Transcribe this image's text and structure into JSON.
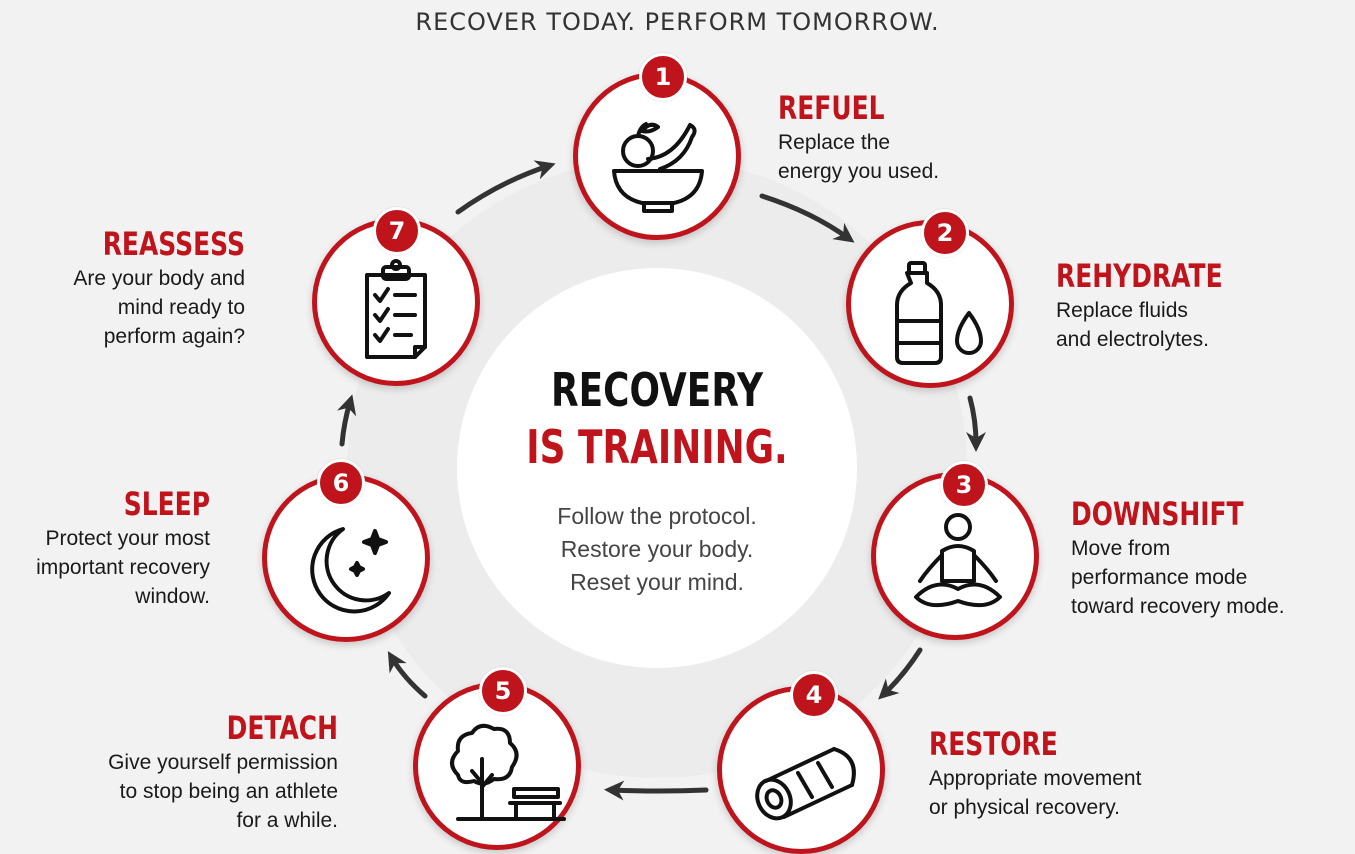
{
  "tagline": "RECOVER TODAY. PERFORM TOMORROW.",
  "center": {
    "line1": "RECOVERY",
    "line2": "IS TRAINING.",
    "subtitle": [
      "Follow the protocol.",
      "Restore your body.",
      "Reset your mind."
    ]
  },
  "steps": [
    {
      "number": "1",
      "title": "REFUEL",
      "desc": [
        "Replace the",
        "energy you used."
      ],
      "icon": "fruit-bowl-icon"
    },
    {
      "number": "2",
      "title": "REHYDRATE",
      "desc": [
        "Replace fluids",
        "and electrolytes."
      ],
      "icon": "water-bottle-icon"
    },
    {
      "number": "3",
      "title": "DOWNSHIFT",
      "desc": [
        "Move from",
        "performance mode",
        "toward recovery mode."
      ],
      "icon": "meditation-icon"
    },
    {
      "number": "4",
      "title": "RESTORE",
      "desc": [
        "Appropriate movement",
        "or physical recovery."
      ],
      "icon": "foam-roller-icon"
    },
    {
      "number": "5",
      "title": "DETACH",
      "desc": [
        "Give yourself permission",
        "to stop being an athlete",
        "for a while."
      ],
      "icon": "park-bench-icon"
    },
    {
      "number": "6",
      "title": "SLEEP",
      "desc": [
        "Protect your most",
        "important recovery",
        "window."
      ],
      "icon": "moon-stars-icon"
    },
    {
      "number": "7",
      "title": "REASSESS",
      "desc": [
        "Are your body and",
        "mind ready to",
        "perform again?"
      ],
      "icon": "checklist-clipboard-icon"
    }
  ],
  "colors": {
    "accent": "#c0141c",
    "arrow": "#333333",
    "background": "#f2f2f2"
  }
}
